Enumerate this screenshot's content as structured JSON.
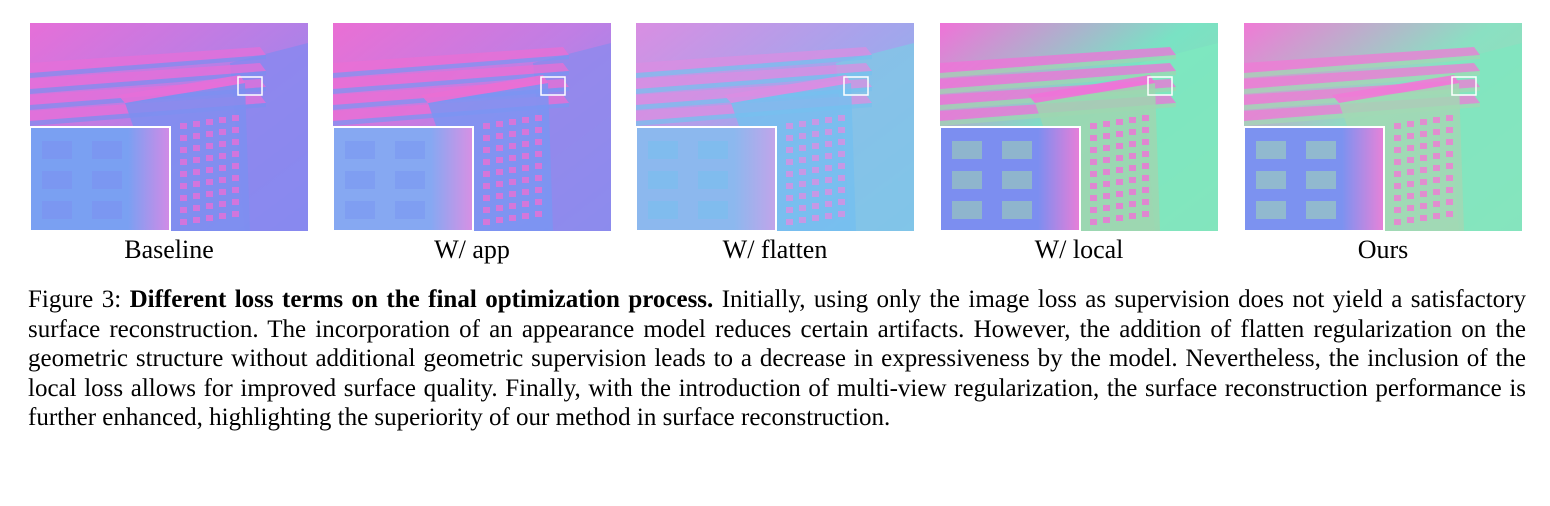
{
  "figure": {
    "panels": [
      {
        "label": "Baseline",
        "palette": {
          "bg1": "#b77fe6",
          "bg2": "#7c8ff0",
          "accent": "#e66fd8",
          "ground": "#8a88ee",
          "inset1": "#7aa0f2",
          "inset2": "#d28ae6"
        }
      },
      {
        "label": "W/ app",
        "palette": {
          "bg1": "#c07ee4",
          "bg2": "#7a95f2",
          "accent": "#ea6fd4",
          "ground": "#8f8aec",
          "inset1": "#86a8f2",
          "inset2": "#d890e4"
        }
      },
      {
        "label": "W/ flatten",
        "palette": {
          "bg1": "#a6a4ec",
          "bg2": "#76c0ee",
          "accent": "#d98ee2",
          "ground": "#82c6e6",
          "inset1": "#8cb8ee",
          "inset2": "#c2a4ea"
        }
      },
      {
        "label": "W/ local",
        "palette": {
          "bg1": "#79e2c4",
          "bg2": "#9fd6b0",
          "accent": "#f072d8",
          "ground": "#7ee8c0",
          "inset1": "#7c8ef0",
          "inset2": "#e87ed8"
        }
      },
      {
        "label": "Ours",
        "palette": {
          "bg1": "#8ae0c2",
          "bg2": "#a2d8b4",
          "accent": "#f07ad6",
          "ground": "#80e6c0",
          "inset1": "#7c92f0",
          "inset2": "#e882d8"
        }
      }
    ]
  },
  "caption": {
    "prefix": "Figure 3: ",
    "bold": "Different loss terms on the final optimization process.",
    "text": " Initially, using only the image loss as supervision does not yield a satisfactory surface reconstruction. The incorporation of an appearance model reduces certain artifacts. However, the addition of flatten regularization on the geometric structure without additional geometric supervision leads to a decrease in expressiveness by the model. Nevertheless, the inclusion of the local loss allows for improved surface quality. Finally, with the introduction of multi-view regularization, the surface reconstruction performance is further enhanced, highlighting the superiority of our method in surface reconstruction."
  }
}
